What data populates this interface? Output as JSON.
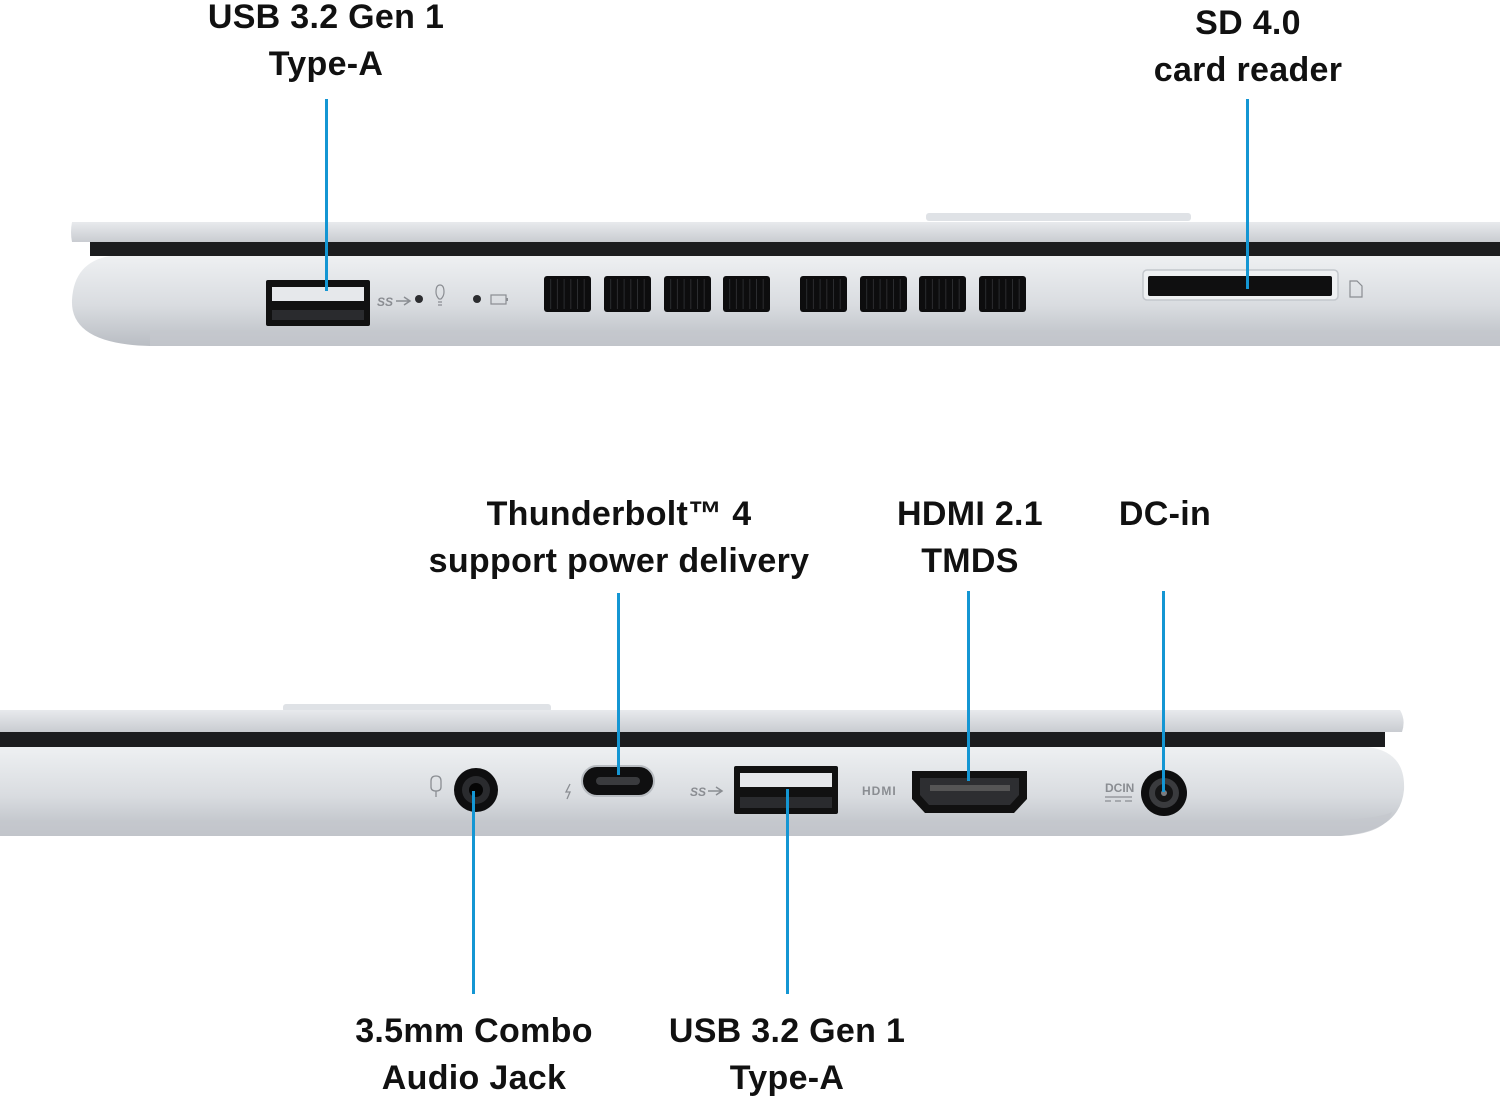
{
  "top_view": {
    "labels": {
      "usb_left": {
        "line1": "USB 3.2 Gen 1",
        "line2": "Type-A"
      },
      "sd_reader": {
        "line1": "SD 4.0",
        "line2": "card reader"
      }
    },
    "port_markings": {
      "ss_logo": "SS"
    }
  },
  "bottom_view": {
    "labels": {
      "thunderbolt": {
        "line1": "Thunderbolt™ 4",
        "line2": "support power delivery"
      },
      "hdmi": {
        "line1": "HDMI 2.1",
        "line2": "TMDS"
      },
      "dc_in": {
        "line1": "DC-in"
      },
      "audio": {
        "line1": "3.5mm Combo",
        "line2": "Audio Jack"
      },
      "usb_right": {
        "line1": "USB 3.2 Gen 1",
        "line2": "Type-A"
      }
    },
    "port_markings": {
      "ss_logo": "SS",
      "hdmi": "HDMI",
      "dcin": "DCIN"
    }
  },
  "colors": {
    "callout_line": "#1496d3",
    "chassis": "#d4d7db",
    "port": "#111111"
  }
}
